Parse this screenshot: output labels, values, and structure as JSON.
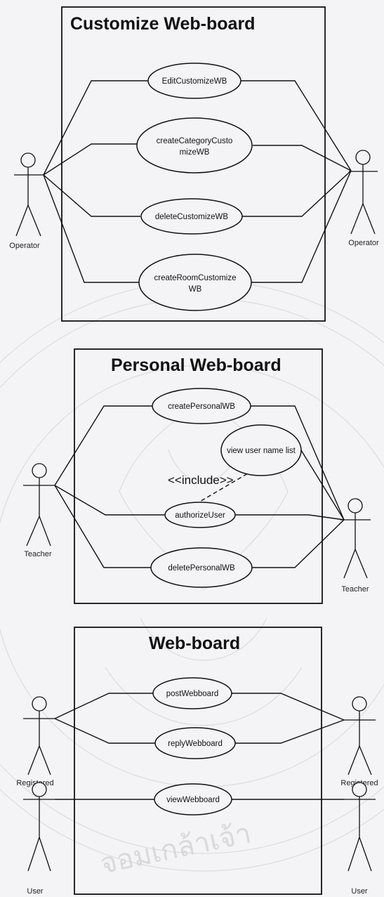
{
  "watermark_text": "จอมเกล้าเจ้า",
  "diagrams": [
    {
      "title": "Customize  Web-board",
      "left_actor": "Operator",
      "right_actor": "Operator",
      "use_cases": [
        {
          "lines": [
            "EditCustomizeWB"
          ]
        },
        {
          "lines": [
            "createCategoryCusto",
            "mizeWB"
          ]
        },
        {
          "lines": [
            "deleteCustomizeWB"
          ]
        },
        {
          "lines": [
            "createRoomCustomize",
            "WB"
          ]
        }
      ]
    },
    {
      "title": "Personal  Web-board",
      "left_actor": "Teacher",
      "right_actor": "Teacher",
      "use_cases": [
        {
          "lines": [
            "createPersonalWB"
          ]
        },
        {
          "lines": [
            "view user name list"
          ]
        },
        {
          "lines": [
            "authorizeUser"
          ]
        },
        {
          "lines": [
            "deletePersonalWB"
          ]
        }
      ],
      "include_label": "<<include>>"
    },
    {
      "title": "Web-board",
      "actors": [
        "Registered",
        "Registered",
        "User",
        "User"
      ],
      "use_cases": [
        {
          "lines": [
            "postWebboard"
          ]
        },
        {
          "lines": [
            "replyWebboard"
          ]
        },
        {
          "lines": [
            "viewWebboard"
          ]
        }
      ]
    }
  ]
}
